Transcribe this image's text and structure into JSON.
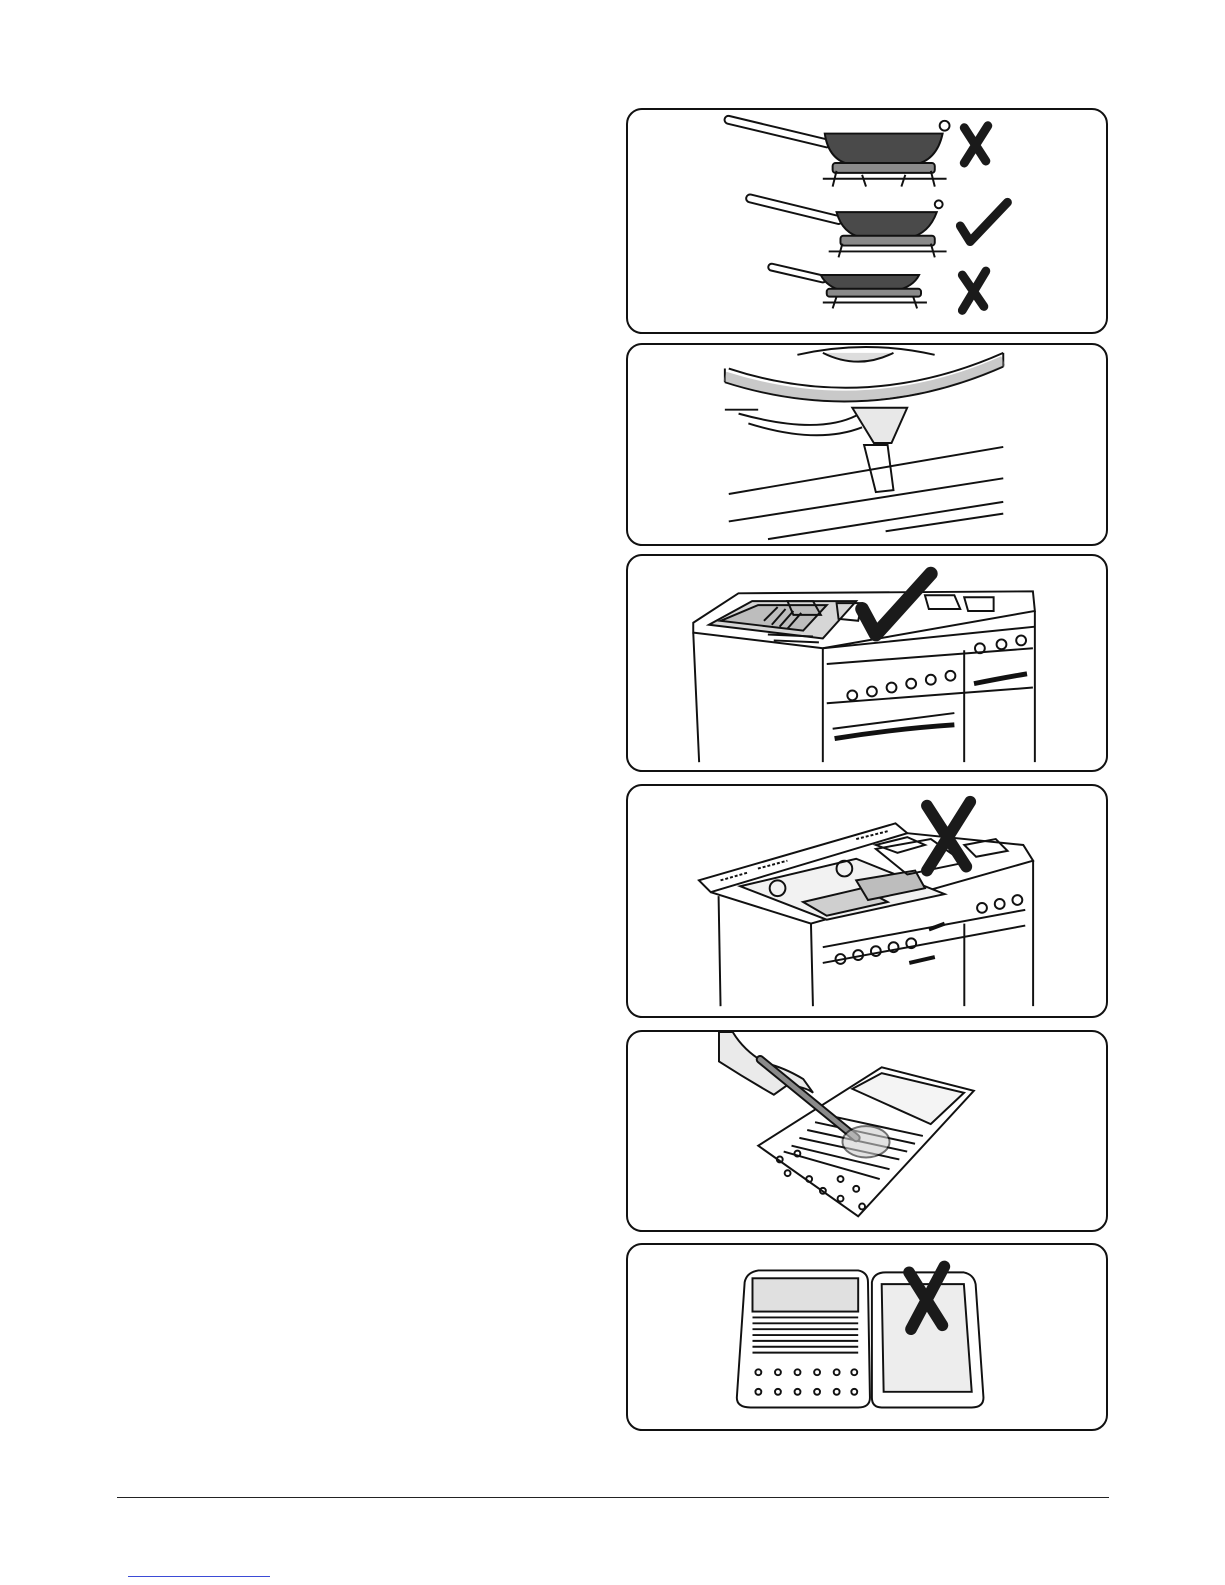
{
  "page": {
    "panels": [
      {
        "id": "wok-sizes",
        "marks": [
          "cross-icon",
          "check-icon",
          "cross-icon"
        ]
      },
      {
        "id": "wok-stand-on-burner",
        "marks": []
      },
      {
        "id": "hotplate-on-gas-hob",
        "marks": [
          "check-icon"
        ]
      },
      {
        "id": "hotplate-on-wrong-side",
        "marks": [
          "cross-icon"
        ]
      },
      {
        "id": "cleaning-hotplate",
        "marks": []
      },
      {
        "id": "two-hotplates",
        "marks": [
          "cross-icon"
        ]
      }
    ],
    "footer": {
      "link_color": "#3b4bd6"
    }
  }
}
